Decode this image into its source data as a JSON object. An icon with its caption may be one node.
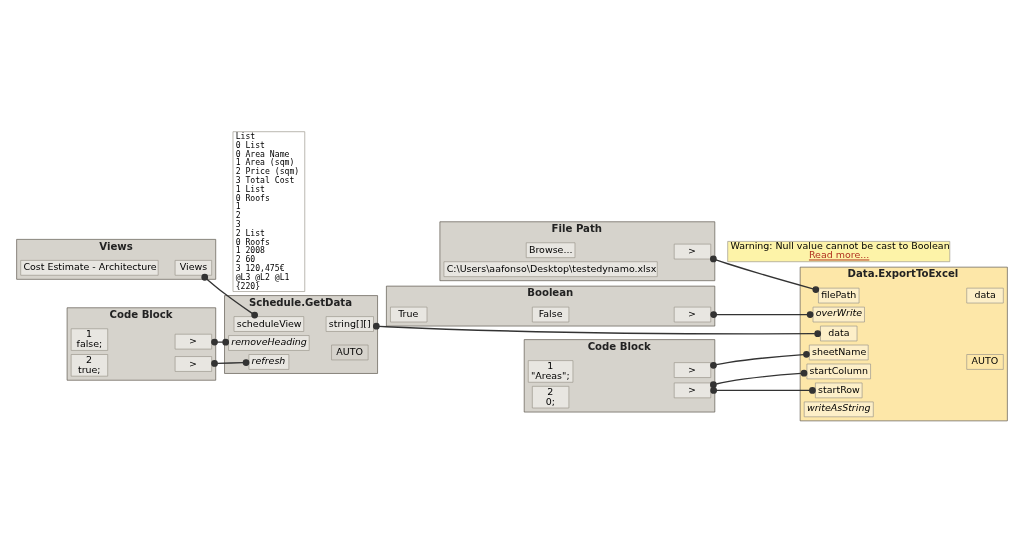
{
  "diagram": {
    "nodes": [
      {
        "text": [
          "File Path"
        ]
      },
      {
        "text": [
          "Browse..."
        ],
        "in": 0
      },
      {
        "text": [
          ">"
        ],
        "in": 0
      },
      {
        "text": [
          "C:\\Users\\aafonso\\Desktop\\testedynamo.xlsx"
        ],
        "in": 0
      },
      {
        "text": [
          "Views"
        ]
      },
      {
        "text": [
          "Cost Estimate - Architecture"
        ],
        "in": 4
      },
      {
        "text": [
          "Views"
        ],
        "in": 4
      },
      {
        "text": [
          "Schedule.GetData"
        ]
      },
      {
        "text": [
          "scheduleView"
        ],
        "in": 7
      },
      {
        "text": [
          "removeHeading"
        ],
        "in": 7
      },
      {
        "text": [
          "refresh"
        ],
        "in": 7
      },
      {
        "text": [
          "string[][]"
        ],
        "in": 7
      },
      {
        "text": [
          "AUTO"
        ],
        "in": 7
      },
      {
        "text": [
          "Code Block"
        ]
      },
      {
        "text": [
          "1",
          "false;"
        ],
        "in": 13
      },
      {
        "text": [
          ">"
        ],
        "in": 13
      },
      {
        "text": [
          "2",
          "true;"
        ],
        "in": 13
      },
      {
        "text": [
          ">"
        ],
        "in": 13
      },
      {
        "text": [
          "Code Block"
        ]
      },
      {
        "text": [
          "1",
          "\"Areas\";"
        ],
        "in": 18
      },
      {
        "text": [
          ">"
        ],
        "in": 18
      },
      {
        "text": [
          "2",
          "0;"
        ],
        "in": 18
      },
      {
        "text": [
          ">"
        ],
        "in": 18
      },
      {
        "text": [
          "Boolean"
        ]
      },
      {
        "text": [
          "True"
        ],
        "in": 23
      },
      {
        "text": [
          "False"
        ],
        "in": 23
      },
      {
        "text": [
          ">"
        ],
        "in": 23
      },
      {
        "text": [
          "Data.ExportToExcel"
        ]
      },
      {
        "text": [
          "filePath"
        ],
        "in": 27
      },
      {
        "text": [
          "sheetName"
        ],
        "in": 27
      },
      {
        "text": [
          "startRow"
        ],
        "in": 27
      },
      {
        "text": [
          "startColumn"
        ],
        "in": 27
      },
      {
        "text": [
          "data"
        ],
        "in": 27
      },
      {
        "text": [
          "overWrite"
        ],
        "in": 27
      },
      {
        "text": [
          "writeAsString"
        ],
        "in": 27
      },
      {
        "text": [
          "data"
        ],
        "in": 27
      },
      {
        "text": [
          "AUTO"
        ],
        "in": 27
      },
      {
        "text": [
          "Warning: Null value cannot be cast to Boolean",
          "Read more..."
        ]
      },
      {
        "text": [
          "List",
          "0 List",
          "0 Area Name",
          "1 Area (sqm)",
          "2 Price (sqm)",
          "3 Total Cost",
          "1 List",
          "0 Roofs",
          "1",
          "2",
          "3",
          "2 List",
          "0 Roofs",
          "1 2008",
          "2 60",
          "3 120,475€",
          "@L3 @L2 @L1",
          "{220}"
        ]
      }
    ],
    "edges": [
      {
        "from": 2,
        "to": 28,
        "arrow": "other"
      },
      {
        "from": 6,
        "to": 8,
        "arrow": "other"
      },
      {
        "from": 11,
        "to": 32,
        "arrow": "other"
      },
      {
        "from": 15,
        "to": 9,
        "arrow": "other"
      },
      {
        "from": 17,
        "to": 10,
        "arrow": "other"
      },
      {
        "from": 20,
        "to": 29,
        "arrow": "other"
      },
      {
        "from": 22,
        "to": 30,
        "arrow": "other"
      },
      {
        "from": 22,
        "to": 31,
        "arrow": "other"
      },
      {
        "from": 26,
        "to": 33,
        "arrow": "other"
      }
    ]
  }
}
